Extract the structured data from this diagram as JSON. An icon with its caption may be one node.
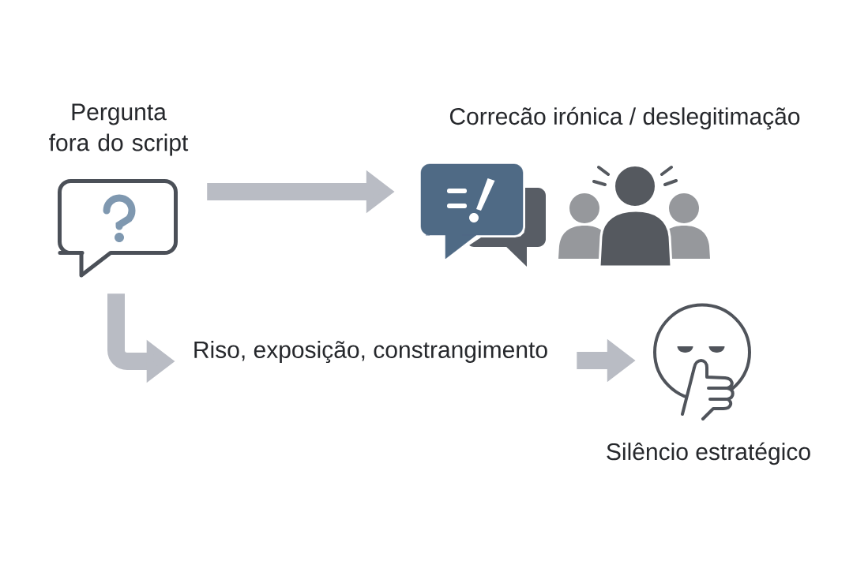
{
  "diagram": {
    "nodes": [
      {
        "text": [
          "Pergunta fora do script"
        ]
      },
      {
        "text": [
          "Correcão irónica / deslegitimação"
        ]
      },
      {
        "text": [
          "Riso, exposição, constrangimento"
        ]
      },
      {
        "text": [
          "Silêncio estratégico"
        ]
      }
    ],
    "edges": [
      {
        "from": 0,
        "to": 1,
        "arrow": "to"
      },
      {
        "from": 0,
        "to": 2,
        "arrow": "to"
      },
      {
        "from": 2,
        "to": 3,
        "arrow": "to"
      }
    ]
  }
}
